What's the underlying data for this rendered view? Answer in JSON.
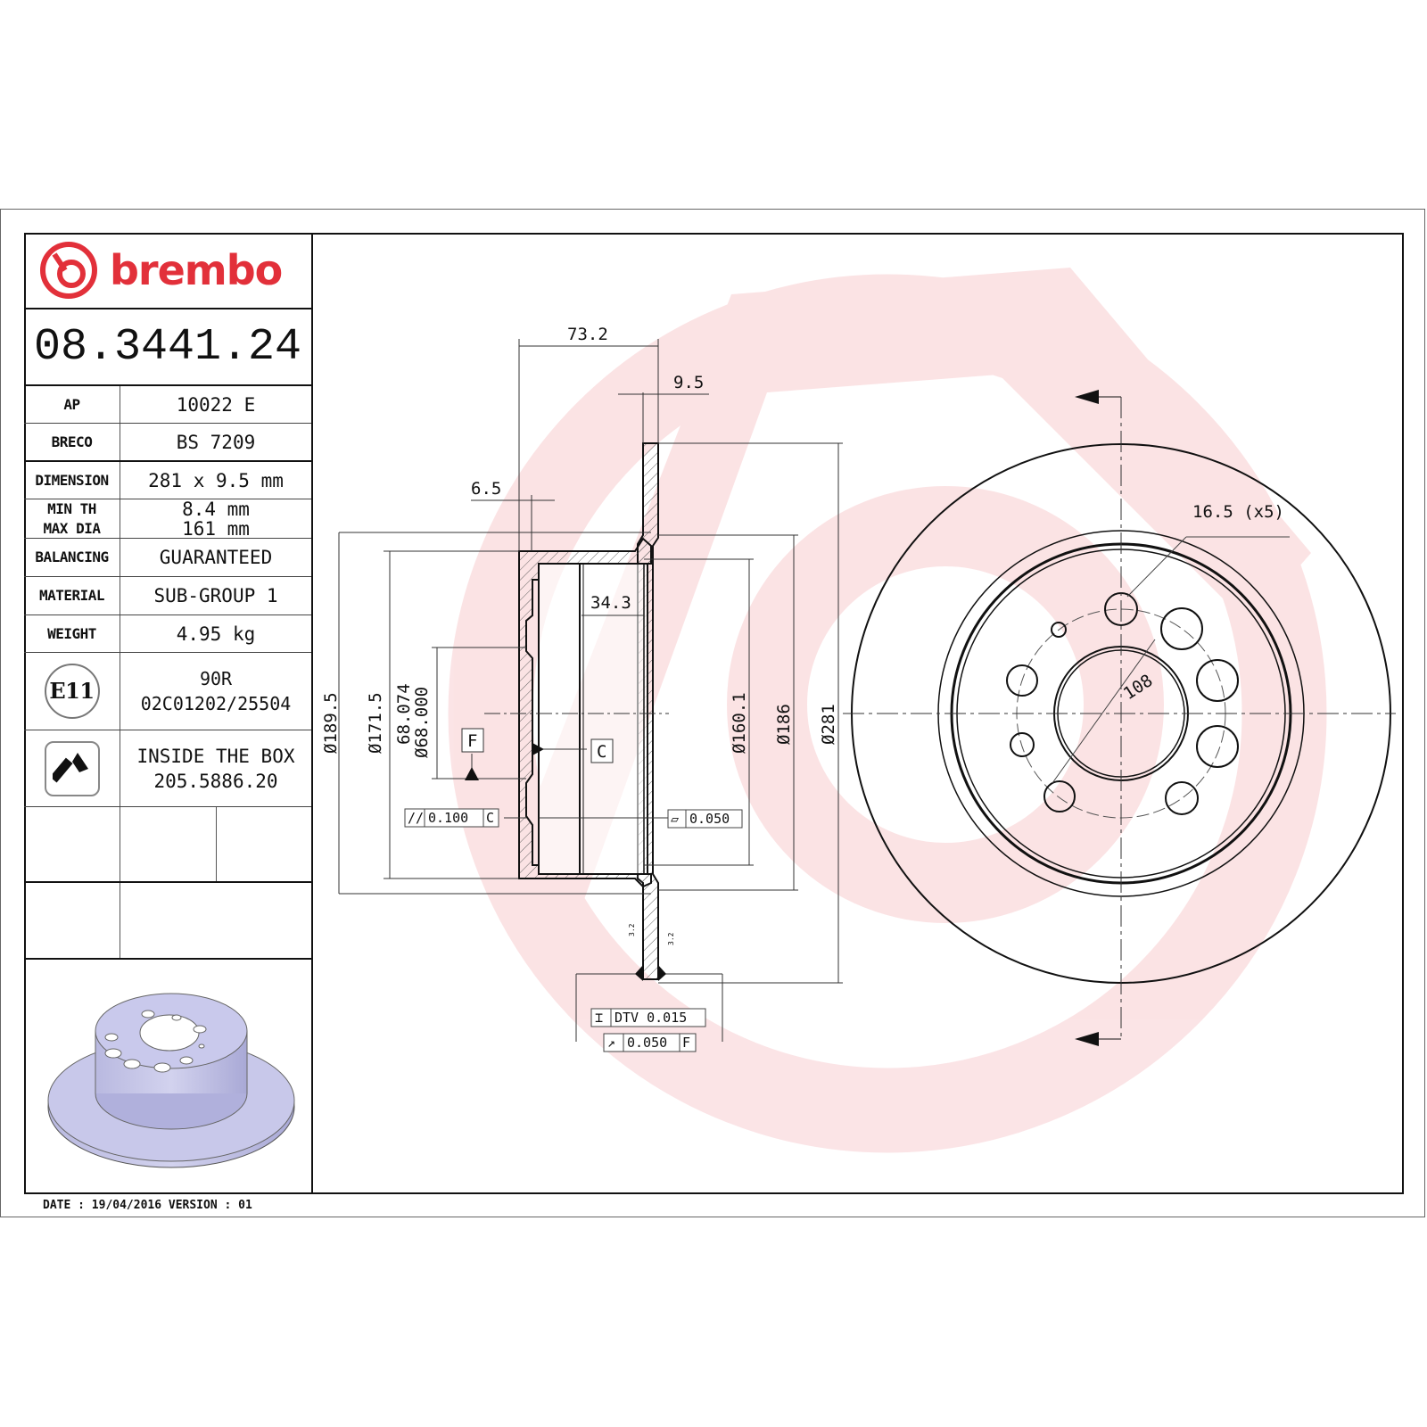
{
  "brand": {
    "name": "brembo",
    "color": "#e2303a",
    "icon": "brembo-logo-icon"
  },
  "part_number": "08.3441.24",
  "specs": [
    {
      "label": "AP",
      "value": "10022 E"
    },
    {
      "label": "BRECO",
      "value": "BS 7209"
    },
    {
      "label": "DIMENSION",
      "value": "281 x 9.5 mm"
    },
    {
      "label": "MIN TH",
      "label2": "MAX DIA",
      "value": "8.4 mm",
      "value2": "161 mm"
    },
    {
      "label": "BALANCING",
      "value": "GUARANTEED"
    },
    {
      "label": "MATERIAL",
      "value": "SUB-GROUP 1"
    },
    {
      "label": "WEIGHT",
      "value": "4.95 kg"
    }
  ],
  "approval": {
    "icon_text": "E11",
    "line1": "90R",
    "line2": "02C01202/25504"
  },
  "hardware": {
    "icon": "screw-icon",
    "line1": "INSIDE THE BOX",
    "line2": "205.5886.20"
  },
  "footer": {
    "text": "DATE : 19/04/2016 VERSION : 01"
  },
  "dimensions": {
    "overall_height": "73.2",
    "disc_thickness": "9.5",
    "hat_thickness": "6.5",
    "inner_depth": "34.3",
    "dia_189": "Ø189.5",
    "dia_171": "Ø171.5",
    "center_bore_max": "68.074",
    "center_bore_min": "Ø68.000",
    "dia_160": "Ø160.1",
    "dia_186": "Ø186",
    "dia_281": "Ø281",
    "bolt_holes": "16.5 (x5)",
    "pcd": "108",
    "datum_f": "F",
    "datum_c": "C",
    "parallelism": {
      "symbol": "//",
      "value": "0.100",
      "datum": "C"
    },
    "flatness": {
      "symbol": "▱",
      "value": "0.050"
    },
    "dtv": {
      "symbol": "⌶",
      "value": "DTV 0.015"
    },
    "runout": {
      "symbol": "↗",
      "value": "0.050",
      "datum": "F"
    },
    "roughness_left": "3.2",
    "roughness_right": "3.2"
  }
}
